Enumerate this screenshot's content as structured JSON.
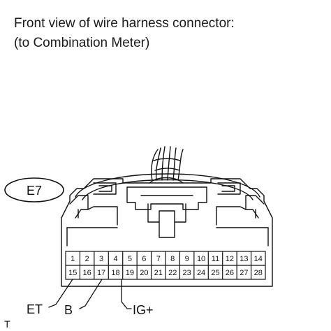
{
  "caption": {
    "line1": "Front view of wire harness connector:",
    "line2": "(to Combination Meter)"
  },
  "connector": {
    "label": "E7",
    "pins_top": [
      "1",
      "2",
      "3",
      "4",
      "5",
      "6",
      "7",
      "8",
      "9",
      "10",
      "11",
      "12",
      "13",
      "14"
    ],
    "pins_bottom": [
      "15",
      "16",
      "17",
      "18",
      "19",
      "20",
      "21",
      "22",
      "23",
      "24",
      "25",
      "26",
      "27",
      "28"
    ]
  },
  "callouts": {
    "et": "ET",
    "b": "B",
    "ig": "IG+"
  },
  "corner_mark": "T"
}
